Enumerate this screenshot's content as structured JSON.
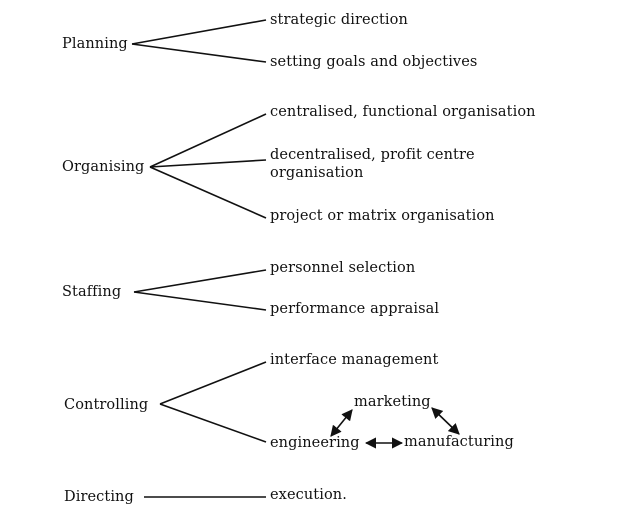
{
  "functions": [
    {
      "name": "Planning",
      "items": [
        "strategic direction",
        "setting goals and objectives"
      ]
    },
    {
      "name": "Organising",
      "items": [
        "centralised, functional organisation",
        "decentralised, profit centre organisation",
        "project or matrix organisation"
      ]
    },
    {
      "name": "Staffing",
      "items": [
        "personnel selection",
        "performance appraisal"
      ]
    },
    {
      "name": "Controlling",
      "items": [
        "interface management",
        "marketing",
        "engineering",
        "manufacturing"
      ]
    },
    {
      "name": "Directing",
      "items": [
        "execution."
      ]
    }
  ],
  "colors": {
    "ink": "#111111",
    "background": "#ffffff"
  }
}
